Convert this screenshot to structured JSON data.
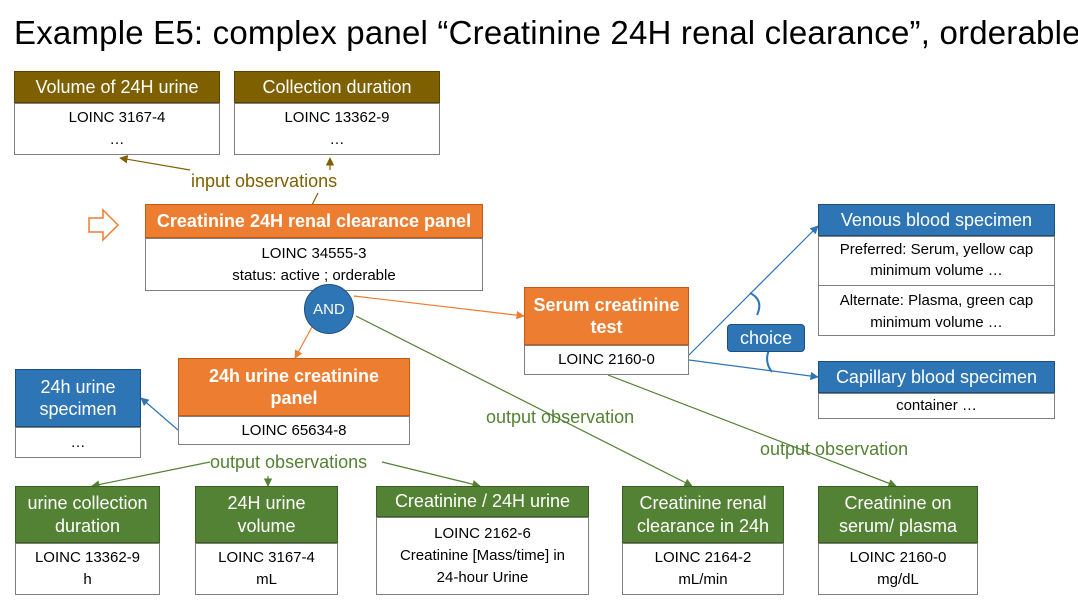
{
  "title": "Example E5: complex panel “Creatinine 24H renal clearance”, orderable",
  "colors": {
    "olive": "#7f6000",
    "orange": "#ed7d31",
    "blue": "#2e75b6",
    "green": "#548235"
  },
  "volume_urine": {
    "header": "Volume of 24H urine",
    "line1": "LOINC 3167-4",
    "line2": "…"
  },
  "collection_duration": {
    "header": "Collection duration",
    "line1": "LOINC 13362-9",
    "line2": "…"
  },
  "input_label": "input observations",
  "arrow_icon": "right-arrow-outline-icon",
  "panel": {
    "header": "Creatinine 24H renal clearance panel",
    "line1": "LOINC 34555-3",
    "line2": "status: active ; orderable"
  },
  "and_label": "AND",
  "serum_test": {
    "header_line1": "Serum creatinine",
    "header_line2": "test",
    "line1": "LOINC 2160-0"
  },
  "venous": {
    "header": "Venous blood specimen",
    "pref1": "Preferred: Serum, yellow cap",
    "pref2": "minimum volume …",
    "alt1": "Alternate: Plasma, green cap",
    "alt2": "minimum volume …"
  },
  "choice_label": "choice",
  "capillary": {
    "header": "Capillary blood specimen",
    "line1": "container …"
  },
  "urine_panel": {
    "header_line1": "24h urine creatinine",
    "header_line2": "panel",
    "line1": "LOINC 65634-8"
  },
  "urine_specimen": {
    "header_line1": "24h urine",
    "header_line2": "specimen",
    "line1": "…"
  },
  "output_obs_1": "output observation",
  "output_obs_2": "output observation",
  "output_obs_plural": "output observations",
  "obs_collection": {
    "header_line1": "urine collection",
    "header_line2": "duration",
    "line1": "LOINC 13362-9",
    "line2": "h"
  },
  "obs_volume": {
    "header_line1": "24H urine",
    "header_line2": "volume",
    "line1": "LOINC 3167-4",
    "line2": "mL"
  },
  "obs_creat24": {
    "header": "Creatinine / 24H urine",
    "line1": "LOINC 2162-6",
    "line2": "Creatinine [Mass/time] in",
    "line3": "24-hour Urine"
  },
  "obs_clearance": {
    "header_line1": "Creatinine renal",
    "header_line2": "clearance in 24h",
    "line1": "LOINC 2164-2",
    "line2": "mL/min"
  },
  "obs_serum": {
    "header_line1": "Creatinine on",
    "header_line2": "serum/ plasma",
    "line1": "LOINC 2160-0",
    "line2": "mg/dL"
  }
}
